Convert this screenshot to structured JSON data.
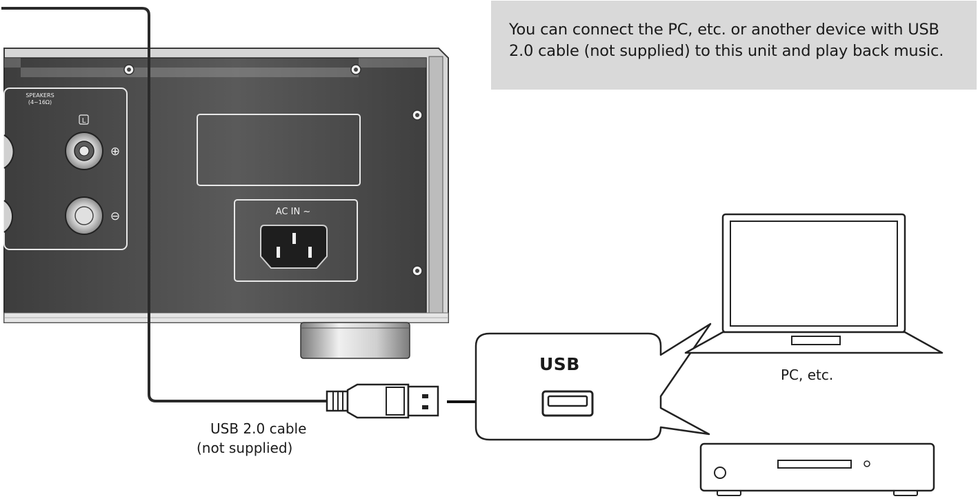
{
  "note": {
    "text": "You can connect the PC, etc. or another device with USB 2.0 cable (not supplied) to this unit and play back music."
  },
  "unit_panel": {
    "speakers_label": "SPEAKERS",
    "speakers_impedance": "(4~16Ω)",
    "channel_label": "L",
    "plus_symbol": "⊕",
    "minus_symbol": "⊖",
    "ac_in_label": "AC IN ~"
  },
  "callout": {
    "port_label": "USB"
  },
  "cable": {
    "label_line1": "USB 2.0 cable",
    "label_line2": "(not supplied)"
  },
  "devices": {
    "pc_label": "PC, etc."
  },
  "colors": {
    "panel_dark": "#4a4a4a",
    "panel_light": "#cfcfcf",
    "note_background": "#d9d9d9",
    "line": "#2a2a2a"
  }
}
